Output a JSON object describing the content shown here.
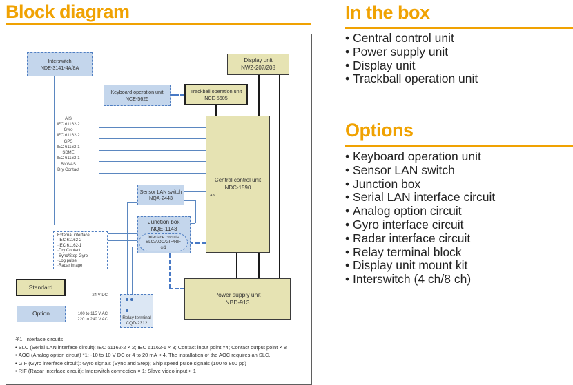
{
  "colors": {
    "accent": "#F0A202",
    "box_tan": "#E6E3B3",
    "box_blue": "#C4D6EC",
    "wire_blue": "#5B87C0",
    "wire_black": "#1A1A1A"
  },
  "left_panel": {
    "title": "Block diagram",
    "boxes": {
      "interswitch": [
        "Interswitch",
        "NDE-3141-4A/8A"
      ],
      "display": [
        "Display unit",
        "NWZ-207/208"
      ],
      "keyboard": [
        "Keyboard operation unit",
        "NCE-5625"
      ],
      "trackball": [
        "Trackball operation unit",
        "NCE-5605"
      ],
      "central": [
        "Central control unit",
        "NDC-1590"
      ],
      "sensor_lan": [
        "Sensor LAN switch",
        "NQA-2443"
      ],
      "junction": [
        "Junction box",
        "NQE-1143"
      ],
      "interface_circuits": [
        "Interface circuits",
        "SLC/AOC/GIF/RIF",
        "※1"
      ],
      "relay": [
        "Relay terminal",
        "CQD-2312"
      ],
      "power": [
        "Power supply unit",
        "NBD-913"
      ]
    },
    "legend": {
      "standard": "Standard",
      "option": "Option"
    },
    "signals": [
      {
        "name": "AIS",
        "std": "IEC 61162-2"
      },
      {
        "name": "Gyro",
        "std": "IEC 61162-2"
      },
      {
        "name": "GPS",
        "std": "IEC 61162-1"
      },
      {
        "name": "SDME",
        "std": "IEC 61162-1"
      },
      {
        "name": "BNWAS",
        "std": "Dry Contact"
      }
    ],
    "lan_label": "LAN",
    "power_labels": {
      "dc": "24 V DC",
      "ac1": "100 to 115 V AC",
      "ac2": "220 to 240 V AC"
    },
    "external_interface": {
      "title": "External interface",
      "items": [
        "IEC 61162-2",
        "IEC 61162-1",
        "Dry Contact",
        "Sync/Step Gyro",
        "Log pulse",
        "Radar image"
      ]
    },
    "footnotes": {
      "heading": "※1: Interface circuits",
      "items": [
        "SLC (Serial LAN interface circuit): IEC 61162-2 × 2; IEC 61162-1 × 8; Contact input point ×4; Contact output point × 8",
        "AOC (Analog option circuit) *1: -10 to 10 V DC or 4 to 20 mA × 4. The installation of the AOC requires an SLC.",
        "GIF (Gyro interface circuit): Gyro signals (Sync and Step); Ship speed pulse signals (100 to 800 pp)",
        "RIF (Radar interface circuit): Interswitch connection × 1; Slave video input × 1"
      ]
    }
  },
  "right_panel": {
    "in_the_box": {
      "title": "In the box",
      "items": [
        "Central control unit",
        "Power supply unit",
        "Display unit",
        "Trackball operation unit"
      ]
    },
    "options": {
      "title": "Options",
      "items": [
        "Keyboard operation unit",
        "Sensor LAN switch",
        "Junction box",
        "Serial LAN interface circuit",
        "Analog option circuit",
        "Gyro interface circuit",
        "Radar interface circuit",
        "Relay terminal block",
        "Display unit mount kit",
        "Interswitch (4 ch/8 ch)"
      ]
    }
  }
}
